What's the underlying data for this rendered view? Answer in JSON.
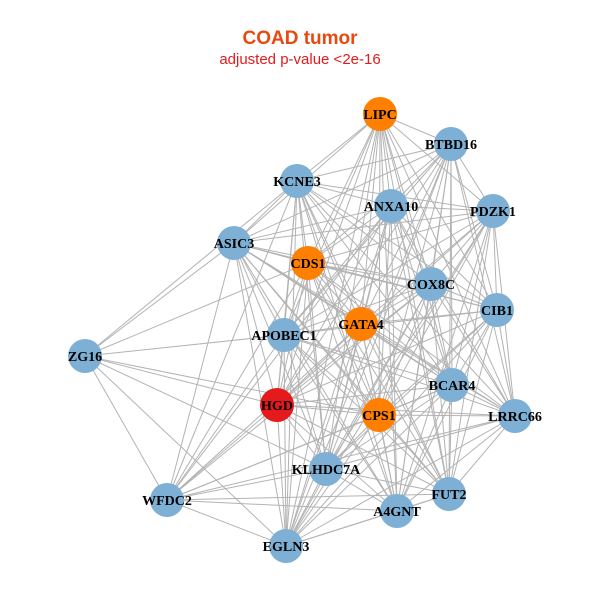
{
  "title": "COAD tumor",
  "subtitle": "adjusted p-value <2e-16",
  "colors": {
    "blue": "#7eb0d5",
    "orange": "#ff7f00",
    "red": "#e41a1c",
    "edge": "#b3b3b3",
    "title": "#e8490f",
    "subtitle": "#e31a1c"
  },
  "nodes": [
    {
      "id": "LIPC",
      "group": "orange"
    },
    {
      "id": "BTBD16",
      "group": "blue"
    },
    {
      "id": "KCNE3",
      "group": "blue"
    },
    {
      "id": "ANXA10",
      "group": "blue"
    },
    {
      "id": "PDZK1",
      "group": "blue"
    },
    {
      "id": "ASIC3",
      "group": "blue"
    },
    {
      "id": "CDS1",
      "group": "orange"
    },
    {
      "id": "COX8C",
      "group": "blue"
    },
    {
      "id": "CIB1",
      "group": "blue"
    },
    {
      "id": "GATA4",
      "group": "orange"
    },
    {
      "id": "APOBEC1",
      "group": "blue"
    },
    {
      "id": "ZG16",
      "group": "blue"
    },
    {
      "id": "BCAR4",
      "group": "blue"
    },
    {
      "id": "HGD",
      "group": "red"
    },
    {
      "id": "CPS1",
      "group": "orange"
    },
    {
      "id": "LRRC66",
      "group": "blue"
    },
    {
      "id": "KLHDC7A",
      "group": "blue"
    },
    {
      "id": "FUT2",
      "group": "blue"
    },
    {
      "id": "WFDC2",
      "group": "blue"
    },
    {
      "id": "A4GNT",
      "group": "blue"
    },
    {
      "id": "EGLN3",
      "group": "blue"
    }
  ],
  "edges": [
    [
      "ZG16",
      "ASIC3"
    ],
    [
      "ZG16",
      "KCNE3"
    ],
    [
      "ZG16",
      "CDS1"
    ],
    [
      "ZG16",
      "APOBEC1"
    ],
    [
      "ZG16",
      "HGD"
    ],
    [
      "ZG16",
      "WFDC2"
    ],
    [
      "ZG16",
      "EGLN3"
    ],
    [
      "ZG16",
      "KLHDC7A"
    ],
    [
      "ZG16",
      "CPS1"
    ],
    [
      "LIPC",
      "BTBD16"
    ],
    [
      "LIPC",
      "KCNE3"
    ],
    [
      "LIPC",
      "ANXA10"
    ],
    [
      "LIPC",
      "PDZK1"
    ],
    [
      "LIPC",
      "COX8C"
    ],
    [
      "LIPC",
      "CIB1"
    ],
    [
      "LIPC",
      "GATA4"
    ],
    [
      "LIPC",
      "APOBEC1"
    ],
    [
      "LIPC",
      "BCAR4"
    ],
    [
      "LIPC",
      "HGD"
    ],
    [
      "LIPC",
      "CPS1"
    ],
    [
      "LIPC",
      "LRRC66"
    ],
    [
      "LIPC",
      "KLHDC7A"
    ],
    [
      "LIPC",
      "FUT2"
    ],
    [
      "LIPC",
      "A4GNT"
    ],
    [
      "LIPC",
      "EGLN3"
    ],
    [
      "LIPC",
      "CDS1"
    ],
    [
      "LIPC",
      "ASIC3"
    ],
    [
      "BTBD16",
      "KCNE3"
    ],
    [
      "BTBD16",
      "ANXA10"
    ],
    [
      "BTBD16",
      "PDZK1"
    ],
    [
      "BTBD16",
      "ASIC3"
    ],
    [
      "BTBD16",
      "CDS1"
    ],
    [
      "BTBD16",
      "COX8C"
    ],
    [
      "BTBD16",
      "CIB1"
    ],
    [
      "BTBD16",
      "GATA4"
    ],
    [
      "BTBD16",
      "APOBEC1"
    ],
    [
      "BTBD16",
      "BCAR4"
    ],
    [
      "BTBD16",
      "HGD"
    ],
    [
      "BTBD16",
      "CPS1"
    ],
    [
      "BTBD16",
      "LRRC66"
    ],
    [
      "BTBD16",
      "KLHDC7A"
    ],
    [
      "BTBD16",
      "FUT2"
    ],
    [
      "BTBD16",
      "A4GNT"
    ],
    [
      "BTBD16",
      "EGLN3"
    ],
    [
      "KCNE3",
      "ANXA10"
    ],
    [
      "KCNE3",
      "PDZK1"
    ],
    [
      "KCNE3",
      "ASIC3"
    ],
    [
      "KCNE3",
      "CDS1"
    ],
    [
      "KCNE3",
      "COX8C"
    ],
    [
      "KCNE3",
      "CIB1"
    ],
    [
      "KCNE3",
      "GATA4"
    ],
    [
      "KCNE3",
      "APOBEC1"
    ],
    [
      "KCNE3",
      "BCAR4"
    ],
    [
      "KCNE3",
      "HGD"
    ],
    [
      "KCNE3",
      "CPS1"
    ],
    [
      "KCNE3",
      "LRRC66"
    ],
    [
      "KCNE3",
      "KLHDC7A"
    ],
    [
      "KCNE3",
      "FUT2"
    ],
    [
      "KCNE3",
      "WFDC2"
    ],
    [
      "KCNE3",
      "A4GNT"
    ],
    [
      "KCNE3",
      "EGLN3"
    ],
    [
      "ANXA10",
      "PDZK1"
    ],
    [
      "ANXA10",
      "ASIC3"
    ],
    [
      "ANXA10",
      "CDS1"
    ],
    [
      "ANXA10",
      "COX8C"
    ],
    [
      "ANXA10",
      "CIB1"
    ],
    [
      "ANXA10",
      "GATA4"
    ],
    [
      "ANXA10",
      "APOBEC1"
    ],
    [
      "ANXA10",
      "BCAR4"
    ],
    [
      "ANXA10",
      "HGD"
    ],
    [
      "ANXA10",
      "CPS1"
    ],
    [
      "ANXA10",
      "LRRC66"
    ],
    [
      "ANXA10",
      "KLHDC7A"
    ],
    [
      "ANXA10",
      "FUT2"
    ],
    [
      "ANXA10",
      "A4GNT"
    ],
    [
      "ANXA10",
      "EGLN3"
    ],
    [
      "ANXA10",
      "WFDC2"
    ],
    [
      "PDZK1",
      "ASIC3"
    ],
    [
      "PDZK1",
      "CDS1"
    ],
    [
      "PDZK1",
      "COX8C"
    ],
    [
      "PDZK1",
      "CIB1"
    ],
    [
      "PDZK1",
      "GATA4"
    ],
    [
      "PDZK1",
      "APOBEC1"
    ],
    [
      "PDZK1",
      "BCAR4"
    ],
    [
      "PDZK1",
      "HGD"
    ],
    [
      "PDZK1",
      "CPS1"
    ],
    [
      "PDZK1",
      "LRRC66"
    ],
    [
      "PDZK1",
      "KLHDC7A"
    ],
    [
      "PDZK1",
      "FUT2"
    ],
    [
      "PDZK1",
      "A4GNT"
    ],
    [
      "PDZK1",
      "EGLN3"
    ],
    [
      "ASIC3",
      "CDS1"
    ],
    [
      "ASIC3",
      "COX8C"
    ],
    [
      "ASIC3",
      "CIB1"
    ],
    [
      "ASIC3",
      "GATA4"
    ],
    [
      "ASIC3",
      "APOBEC1"
    ],
    [
      "ASIC3",
      "BCAR4"
    ],
    [
      "ASIC3",
      "HGD"
    ],
    [
      "ASIC3",
      "CPS1"
    ],
    [
      "ASIC3",
      "LRRC66"
    ],
    [
      "ASIC3",
      "KLHDC7A"
    ],
    [
      "ASIC3",
      "WFDC2"
    ],
    [
      "ASIC3",
      "A4GNT"
    ],
    [
      "ASIC3",
      "EGLN3"
    ],
    [
      "ASIC3",
      "FUT2"
    ],
    [
      "CDS1",
      "COX8C"
    ],
    [
      "CDS1",
      "CIB1"
    ],
    [
      "CDS1",
      "GATA4"
    ],
    [
      "CDS1",
      "APOBEC1"
    ],
    [
      "CDS1",
      "BCAR4"
    ],
    [
      "CDS1",
      "HGD"
    ],
    [
      "CDS1",
      "CPS1"
    ],
    [
      "CDS1",
      "LRRC66"
    ],
    [
      "CDS1",
      "KLHDC7A"
    ],
    [
      "CDS1",
      "FUT2"
    ],
    [
      "CDS1",
      "WFDC2"
    ],
    [
      "CDS1",
      "A4GNT"
    ],
    [
      "CDS1",
      "EGLN3"
    ],
    [
      "COX8C",
      "CIB1"
    ],
    [
      "COX8C",
      "GATA4"
    ],
    [
      "COX8C",
      "APOBEC1"
    ],
    [
      "COX8C",
      "BCAR4"
    ],
    [
      "COX8C",
      "HGD"
    ],
    [
      "COX8C",
      "CPS1"
    ],
    [
      "COX8C",
      "LRRC66"
    ],
    [
      "COX8C",
      "KLHDC7A"
    ],
    [
      "COX8C",
      "FUT2"
    ],
    [
      "COX8C",
      "WFDC2"
    ],
    [
      "COX8C",
      "A4GNT"
    ],
    [
      "COX8C",
      "EGLN3"
    ],
    [
      "CIB1",
      "GATA4"
    ],
    [
      "CIB1",
      "APOBEC1"
    ],
    [
      "CIB1",
      "BCAR4"
    ],
    [
      "CIB1",
      "HGD"
    ],
    [
      "CIB1",
      "CPS1"
    ],
    [
      "CIB1",
      "LRRC66"
    ],
    [
      "CIB1",
      "KLHDC7A"
    ],
    [
      "CIB1",
      "FUT2"
    ],
    [
      "CIB1",
      "A4GNT"
    ],
    [
      "CIB1",
      "EGLN3"
    ],
    [
      "GATA4",
      "APOBEC1"
    ],
    [
      "GATA4",
      "BCAR4"
    ],
    [
      "GATA4",
      "HGD"
    ],
    [
      "GATA4",
      "CPS1"
    ],
    [
      "GATA4",
      "LRRC66"
    ],
    [
      "GATA4",
      "KLHDC7A"
    ],
    [
      "GATA4",
      "FUT2"
    ],
    [
      "GATA4",
      "WFDC2"
    ],
    [
      "GATA4",
      "A4GNT"
    ],
    [
      "GATA4",
      "EGLN3"
    ],
    [
      "APOBEC1",
      "BCAR4"
    ],
    [
      "APOBEC1",
      "HGD"
    ],
    [
      "APOBEC1",
      "CPS1"
    ],
    [
      "APOBEC1",
      "LRRC66"
    ],
    [
      "APOBEC1",
      "KLHDC7A"
    ],
    [
      "APOBEC1",
      "FUT2"
    ],
    [
      "APOBEC1",
      "WFDC2"
    ],
    [
      "APOBEC1",
      "A4GNT"
    ],
    [
      "APOBEC1",
      "EGLN3"
    ],
    [
      "BCAR4",
      "HGD"
    ],
    [
      "BCAR4",
      "CPS1"
    ],
    [
      "BCAR4",
      "LRRC66"
    ],
    [
      "BCAR4",
      "KLHDC7A"
    ],
    [
      "BCAR4",
      "FUT2"
    ],
    [
      "BCAR4",
      "A4GNT"
    ],
    [
      "BCAR4",
      "EGLN3"
    ],
    [
      "BCAR4",
      "WFDC2"
    ],
    [
      "HGD",
      "CPS1"
    ],
    [
      "HGD",
      "LRRC66"
    ],
    [
      "HGD",
      "KLHDC7A"
    ],
    [
      "HGD",
      "FUT2"
    ],
    [
      "HGD",
      "WFDC2"
    ],
    [
      "HGD",
      "A4GNT"
    ],
    [
      "HGD",
      "EGLN3"
    ],
    [
      "CPS1",
      "LRRC66"
    ],
    [
      "CPS1",
      "KLHDC7A"
    ],
    [
      "CPS1",
      "FUT2"
    ],
    [
      "CPS1",
      "WFDC2"
    ],
    [
      "CPS1",
      "A4GNT"
    ],
    [
      "CPS1",
      "EGLN3"
    ],
    [
      "LRRC66",
      "KLHDC7A"
    ],
    [
      "LRRC66",
      "FUT2"
    ],
    [
      "LRRC66",
      "A4GNT"
    ],
    [
      "LRRC66",
      "EGLN3"
    ],
    [
      "LRRC66",
      "WFDC2"
    ],
    [
      "KLHDC7A",
      "FUT2"
    ],
    [
      "KLHDC7A",
      "WFDC2"
    ],
    [
      "KLHDC7A",
      "A4GNT"
    ],
    [
      "KLHDC7A",
      "EGLN3"
    ],
    [
      "FUT2",
      "WFDC2"
    ],
    [
      "FUT2",
      "A4GNT"
    ],
    [
      "FUT2",
      "EGLN3"
    ],
    [
      "WFDC2",
      "A4GNT"
    ],
    [
      "WFDC2",
      "EGLN3"
    ],
    [
      "A4GNT",
      "EGLN3"
    ]
  ]
}
